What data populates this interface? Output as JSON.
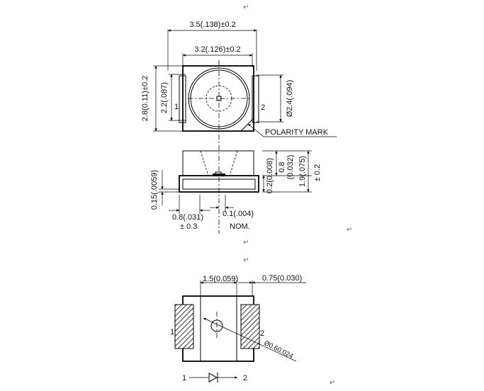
{
  "top_view": {
    "dim_overall_width": "3.5(.138)±0.2",
    "dim_body_width": "3.2(.126)±0.2",
    "dim_overall_height": "2.8(0.11)±0.2",
    "dim_inner_height": "2.2(.087)",
    "dim_lens_diameter": "Ø2.4(.094)",
    "pin1": "1",
    "pin2": "2",
    "polarity": "POLARITY MARK"
  },
  "side_view": {
    "dim_08": "0.8",
    "dim_0032": "(0.032)",
    "dim_02": "0.2(0.008)",
    "dim_19": "1.9(.075)",
    "dim_tol": "± 0.2",
    "dim_015": "0.15(.0059)",
    "dim_pad_a": "0.8(.031)",
    "dim_pad_b": "± 0.3",
    "dim_01": "0.1(.004)",
    "dim_nom": "NOM."
  },
  "footprint": {
    "dim_pitch": "1.5(0.059)",
    "dim_pad": "0.75(0.030)",
    "dim_hole": "Ø0.60.024",
    "pin1": "1",
    "pin2": "2"
  },
  "diode": {
    "anode": "1",
    "cathode": "2"
  },
  "para_mark": "↵"
}
